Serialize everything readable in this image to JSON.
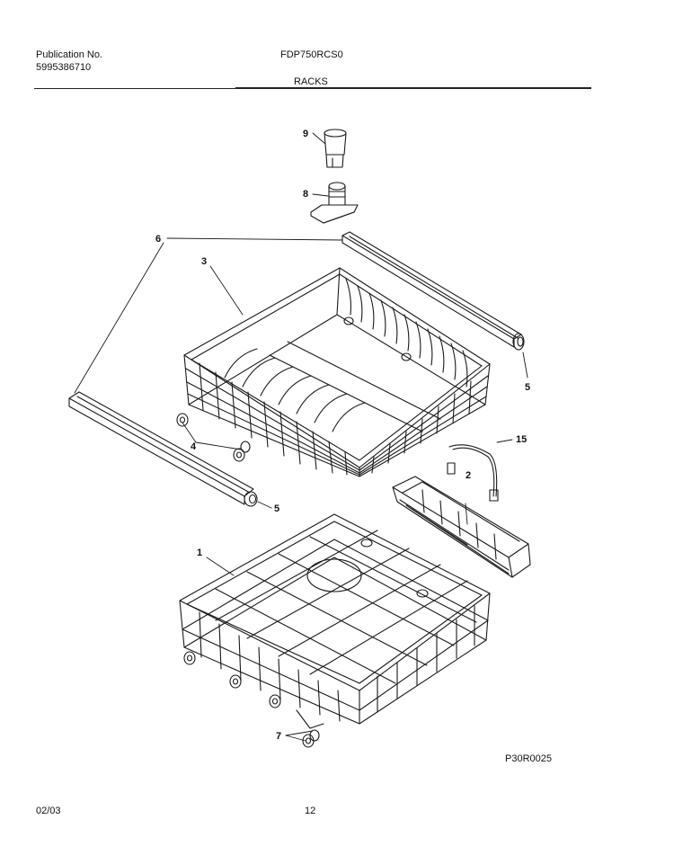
{
  "header": {
    "publication_label": "Publication No.",
    "publication_number": "5995386710",
    "model": "FDP750RCS0",
    "section": "RACKS"
  },
  "footer": {
    "date": "02/03",
    "page": "12"
  },
  "diagram": {
    "figure_id": "P30R0025",
    "callouts": {
      "c1": "1",
      "c2": "2",
      "c3": "3",
      "c4": "4",
      "c5a": "5",
      "c5b": "5",
      "c6": "6",
      "c7": "7",
      "c8": "8",
      "c9": "9",
      "c15": "15"
    }
  }
}
